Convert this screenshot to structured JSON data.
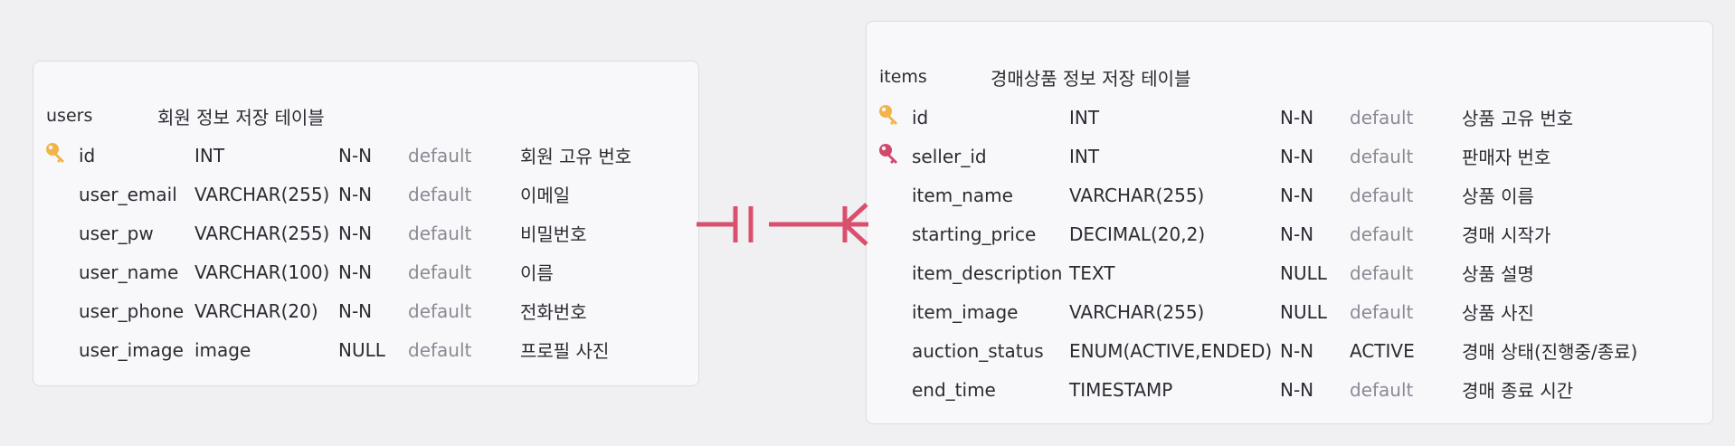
{
  "colors": {
    "primary_key": "#f0b44a",
    "foreign_key": "#d2486a",
    "relation": "#d9506e",
    "default_text": "#8a8a94"
  },
  "users": {
    "name": "users",
    "comment": "회원 정보 저장 테이블",
    "columns": [
      {
        "icon": "primary-key-icon",
        "name": "id",
        "type": "INT",
        "nullable": "N-N",
        "default": "default",
        "comment": "회원 고유 번호"
      },
      {
        "icon": "",
        "name": "user_email",
        "type": "VARCHAR(255)",
        "nullable": "N-N",
        "default": "default",
        "comment": "이메일"
      },
      {
        "icon": "",
        "name": "user_pw",
        "type": "VARCHAR(255)",
        "nullable": "N-N",
        "default": "default",
        "comment": "비밀번호"
      },
      {
        "icon": "",
        "name": "user_name",
        "type": "VARCHAR(100)",
        "nullable": "N-N",
        "default": "default",
        "comment": "이름"
      },
      {
        "icon": "",
        "name": "user_phone",
        "type": "VARCHAR(20)",
        "nullable": "N-N",
        "default": "default",
        "comment": "전화번호"
      },
      {
        "icon": "",
        "name": "user_image",
        "type": "image",
        "nullable": "NULL",
        "default": "default",
        "comment": "프로필 사진"
      }
    ]
  },
  "items": {
    "name": "items",
    "comment": "경매상품 정보 저장 테이블",
    "columns": [
      {
        "icon": "primary-key-icon",
        "name": "id",
        "type": "INT",
        "nullable": "N-N",
        "default": "default",
        "comment": "상품 고유 번호"
      },
      {
        "icon": "foreign-key-icon",
        "name": "seller_id",
        "type": "INT",
        "nullable": "N-N",
        "default": "default",
        "comment": "판매자 번호"
      },
      {
        "icon": "",
        "name": "item_name",
        "type": "VARCHAR(255)",
        "nullable": "N-N",
        "default": "default",
        "comment": "상품 이름"
      },
      {
        "icon": "",
        "name": "starting_price",
        "type": "DECIMAL(20,2)",
        "nullable": "N-N",
        "default": "default",
        "comment": "경매 시작가"
      },
      {
        "icon": "",
        "name": "item_description",
        "type": "TEXT",
        "nullable": "NULL",
        "default": "default",
        "comment": "상품 설명"
      },
      {
        "icon": "",
        "name": "item_image",
        "type": "VARCHAR(255)",
        "nullable": "NULL",
        "default": "default",
        "comment": "상품 사진"
      },
      {
        "icon": "",
        "name": "auction_status",
        "type": "ENUM(ACTIVE,ENDED)",
        "nullable": "N-N",
        "default": "ACTIVE",
        "comment": "경매 상태(진행중/종료)"
      },
      {
        "icon": "",
        "name": "end_time",
        "type": "TIMESTAMP",
        "nullable": "N-N",
        "default": "default",
        "comment": "경매 종료 시간"
      }
    ]
  },
  "relation": {
    "from": "users.id",
    "to": "items.seller_id",
    "from_cardinality": "one-and-only-one",
    "to_cardinality": "one-or-many"
  }
}
